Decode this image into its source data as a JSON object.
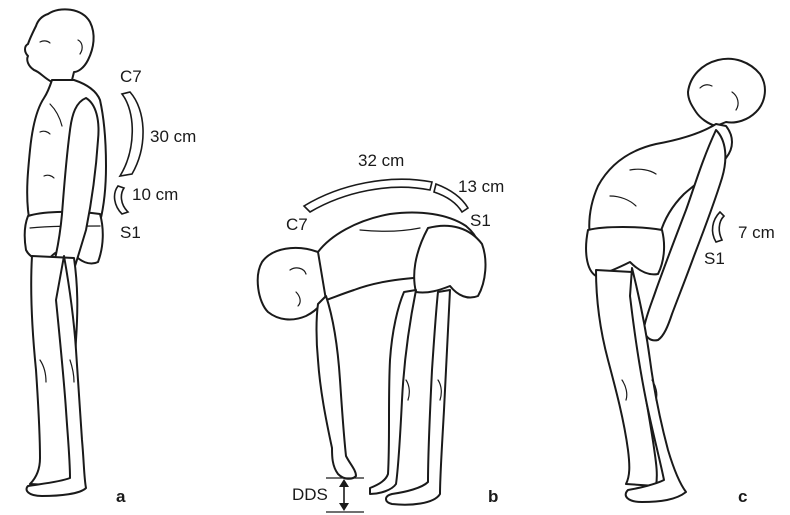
{
  "figure_a": {
    "label_top": "C7",
    "label_bottom": "S1",
    "upper_measure": "30 cm",
    "lower_measure": "10 cm",
    "panel_letter": "a"
  },
  "figure_b": {
    "label_left": "C7",
    "label_right": "S1",
    "upper_measure": "32 cm",
    "lower_measure": "13 cm",
    "distance_label": "DDS",
    "panel_letter": "b"
  },
  "figure_c": {
    "label_bottom": "S1",
    "measure": "7 cm",
    "panel_letter": "c"
  }
}
